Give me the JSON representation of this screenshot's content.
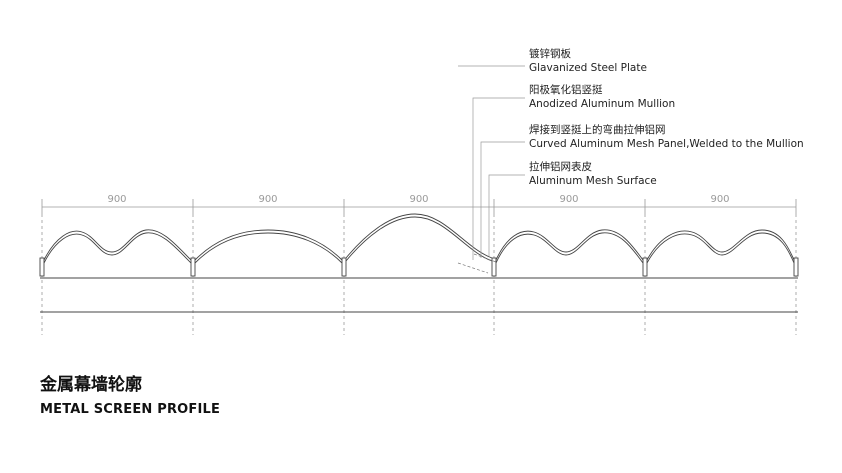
{
  "dimensions": [
    "900",
    "900",
    "900",
    "900",
    "900"
  ],
  "callouts": [
    {
      "cn": "镀锌钢板",
      "en": "Glavanized Steel Plate"
    },
    {
      "cn": "阳极氧化铝竖挺",
      "en": "Anodized Aluminum Mullion"
    },
    {
      "cn": "焊接到竖挺上的弯曲拉伸铝网",
      "en": "Curved Aluminum Mesh Panel,Welded to the Mullion"
    },
    {
      "cn": "拉伸铝网表皮",
      "en": "Aluminum Mesh Surface"
    }
  ],
  "title": {
    "cn": "金属幕墙轮廓",
    "en": "METAL SCREEN PROFILE"
  }
}
